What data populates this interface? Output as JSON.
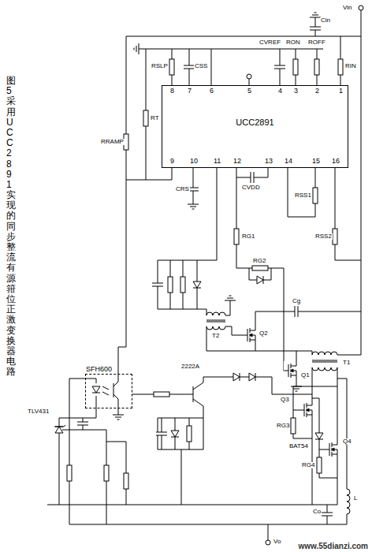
{
  "diagram": {
    "caption": "图5 采用UCC2891实现的同步整流有源箝位正激变换器电路",
    "nodes": [
      {
        "text": [
          "UCC2891"
        ]
      },
      {
        "text": [
          "SFH600"
        ]
      }
    ],
    "labels": [
      "Vin",
      "Cin",
      "RSLP",
      "CSS",
      "CVREF",
      "RON",
      "ROFF",
      "RIN",
      "8",
      "7",
      "6",
      "5",
      "4",
      "3",
      "2",
      "1",
      "9",
      "10",
      "11",
      "12",
      "13",
      "14",
      "15",
      "16",
      "RT",
      "RRAMP",
      "CRS",
      "CVDD",
      "RSS1",
      "RSS2",
      "RG1",
      "RG2",
      "Cg",
      "Q2",
      "Q1",
      "T2",
      "T1",
      "2222A",
      "BAT54",
      "Q3",
      "RG3",
      "Q4",
      "RG4",
      "Co",
      "L",
      "Vo",
      "TLV431",
      "www.55dianzi.com"
    ]
  }
}
